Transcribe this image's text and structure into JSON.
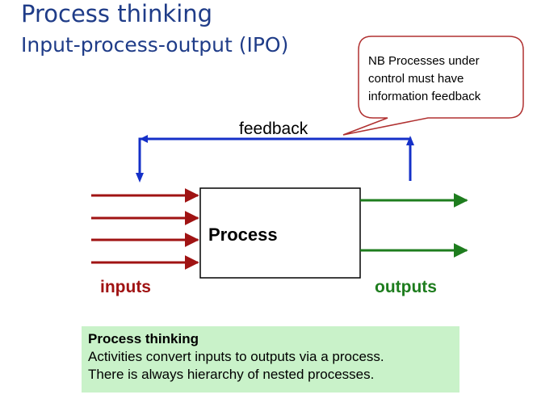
{
  "header": {
    "title": "Process thinking",
    "subtitle": "Input-process-output (IPO)"
  },
  "diagram": {
    "process_label": "Process",
    "feedback_label": "feedback",
    "inputs_label": "inputs",
    "outputs_label": "outputs",
    "input_arrow_count": 4,
    "output_arrow_count": 2,
    "callout_lines": [
      "NB Processes under",
      "control must have",
      "information feedback"
    ],
    "colors": {
      "inputs": "#a01313",
      "outputs": "#1e7d1e",
      "feedback": "#1530c8",
      "callout_border": "#b03030"
    }
  },
  "note": {
    "title": "Process thinking",
    "lines": [
      "Activities convert inputs to outputs via a process.",
      "There is always hierarchy of nested processes."
    ]
  }
}
